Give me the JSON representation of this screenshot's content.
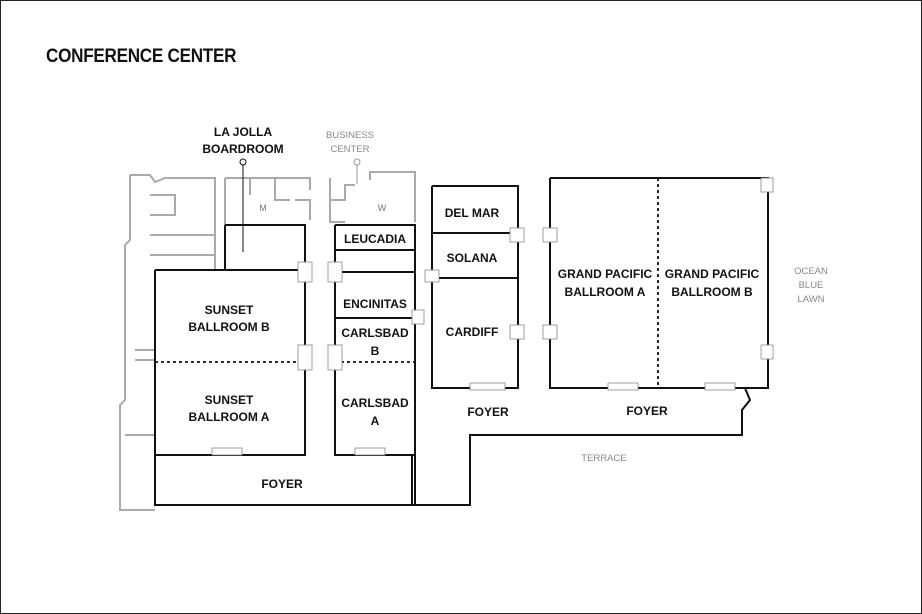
{
  "title": "CONFERENCE CENTER",
  "rooms": {
    "la_jolla_1": "LA JOLLA",
    "la_jolla_2": "BOARDROOM",
    "business_1": "BUSINESS",
    "business_2": "CENTER",
    "restroom_m": "M",
    "restroom_w": "W",
    "leucadia": "LEUCADIA",
    "encinitas": "ENCINITAS",
    "carlsbad_b_1": "CARLSBAD",
    "carlsbad_b_2": "B",
    "carlsbad_a_1": "CARLSBAD",
    "carlsbad_a_2": "A",
    "sunset_b_1": "SUNSET",
    "sunset_b_2": "BALLROOM B",
    "sunset_a_1": "SUNSET",
    "sunset_a_2": "BALLROOM A",
    "foyer_left": "FOYER",
    "del_mar": "DEL MAR",
    "solana": "SOLANA",
    "cardiff": "CARDIFF",
    "foyer_mid": "FOYER",
    "gp_a_1": "GRAND PACIFIC",
    "gp_a_2": "BALLROOM A",
    "gp_b_1": "GRAND PACIFIC",
    "gp_b_2": "BALLROOM B",
    "foyer_right": "FOYER",
    "terrace": "TERRACE",
    "ocean_1": "OCEAN",
    "ocean_2": "BLUE",
    "ocean_3": "LAWN"
  }
}
